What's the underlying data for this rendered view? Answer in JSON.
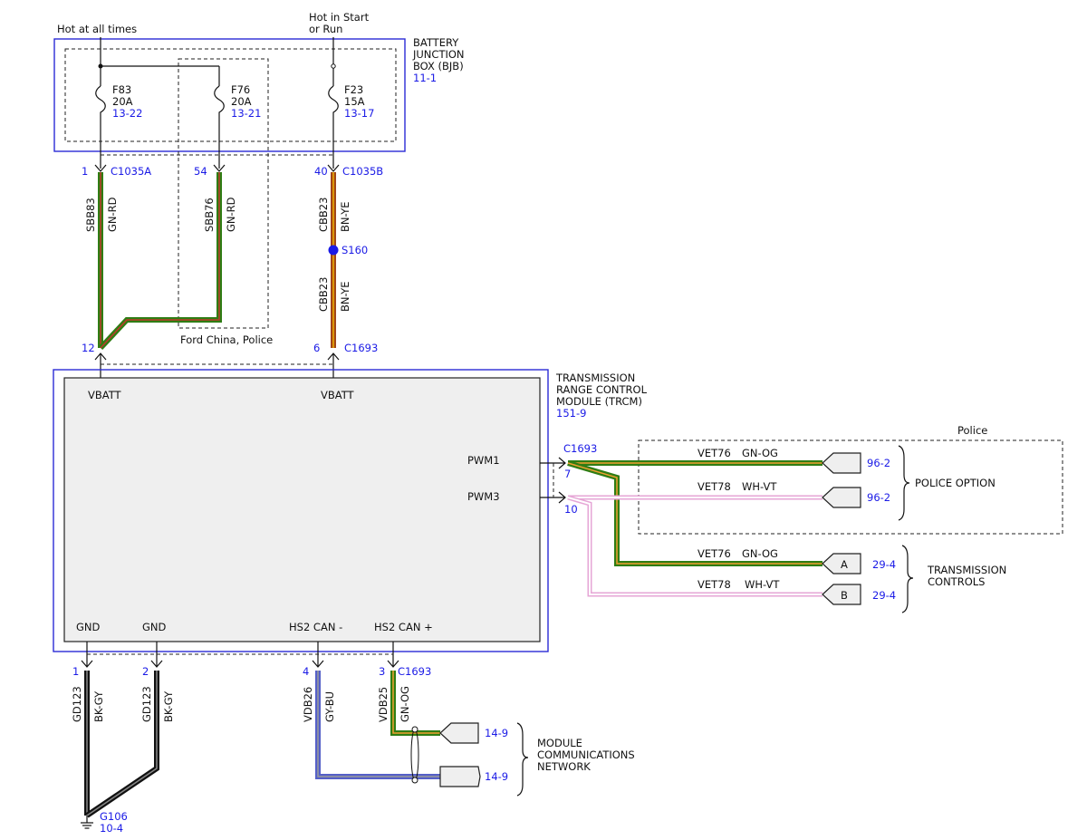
{
  "bjb": {
    "title_line1": "BATTERY",
    "title_line2": "JUNCTION",
    "title_line3": "BOX (BJB)",
    "ref": "11-1",
    "hot_at_all_times": "Hot at all times",
    "hot_in_start_line1": "Hot in Start",
    "hot_in_start_line2": "or Run",
    "fuses": [
      {
        "name": "F83",
        "rating": "20A",
        "ref": "13-22"
      },
      {
        "name": "F76",
        "rating": "20A",
        "ref": "13-21"
      },
      {
        "name": "F23",
        "rating": "15A",
        "ref": "13-17"
      }
    ]
  },
  "connectors": {
    "c1035a_pin": "1",
    "c1035a": "C1035A",
    "c1035a_pin2": "54",
    "c1035b_pin": "40",
    "c1035b": "C1035B",
    "c1693_top_pin_a": "12",
    "c1693_top_pin_b": "6",
    "c1693_top": "C1693",
    "c1693_right": "C1693",
    "c1693_pin_7": "7",
    "c1693_pin_10": "10",
    "c1693_bottom": "C1693",
    "bottom_pins": [
      "1",
      "2",
      "4",
      "3"
    ]
  },
  "wires": {
    "sbb83": "SBB83",
    "sbb83_color": "GN-RD",
    "sbb76": "SBB76",
    "sbb76_color": "GN-RD",
    "cbb23_a": "CBB23",
    "cbb23_a_color": "BN-YE",
    "cbb23_b": "CBB23",
    "cbb23_b_color": "BN-YE",
    "splice": "S160",
    "ford_china": "Ford China, Police",
    "vet76_a": "VET76",
    "vet76_a_color": "GN-OG",
    "vet78_a": "VET78",
    "vet78_a_color": "WH-VT",
    "vet76_b": "VET76",
    "vet76_b_color": "GN-OG",
    "vet78_b": "VET78",
    "vet78_b_color": "WH-VT",
    "gd123_a": "GD123",
    "gd123_a_color": "BK-GY",
    "gd123_b": "GD123",
    "gd123_b_color": "BK-GY",
    "vdb26": "VDB26",
    "vdb26_color": "GY-BU",
    "vdb25": "VDB25",
    "vdb25_color": "GN-OG"
  },
  "trcm": {
    "title_line1": "TRANSMISSION",
    "title_line2": "RANGE CONTROL",
    "title_line3": "MODULE (TRCM)",
    "ref": "151-9",
    "vbatt_1": "VBATT",
    "vbatt_2": "VBATT",
    "pwm1": "PWM1",
    "pwm3": "PWM3",
    "gnd_1": "GND",
    "gnd_2": "GND",
    "hs2_can_minus": "HS2 CAN -",
    "hs2_can_plus": "HS2 CAN +"
  },
  "police": {
    "label": "Police",
    "option": "POLICE OPTION",
    "ref_1": "96-2",
    "ref_2": "96-2"
  },
  "trans_controls": {
    "line1": "TRANSMISSION",
    "line2": "CONTROLS",
    "conn_a": "A",
    "conn_b": "B",
    "ref_a": "29-4",
    "ref_b": "29-4"
  },
  "mcn": {
    "line1": "MODULE",
    "line2": "COMMUNICATIONS",
    "line3": "NETWORK",
    "ref_1": "14-9",
    "ref_2": "14-9"
  },
  "ground": {
    "name": "G106",
    "ref": "10-4"
  },
  "colors": {
    "green": "#2f7d14",
    "red_stripe": "#c0392b",
    "brown": "#a0461a",
    "yellow_stripe": "#f0b000",
    "orange_stripe": "#f0a030",
    "black": "#111111",
    "gray_stripe": "#888888",
    "blue": "#5560c8",
    "white_violet": "#e6a6d6",
    "ref_blue": "#1a1ae6",
    "frame_blue": "#2b2bd6"
  }
}
